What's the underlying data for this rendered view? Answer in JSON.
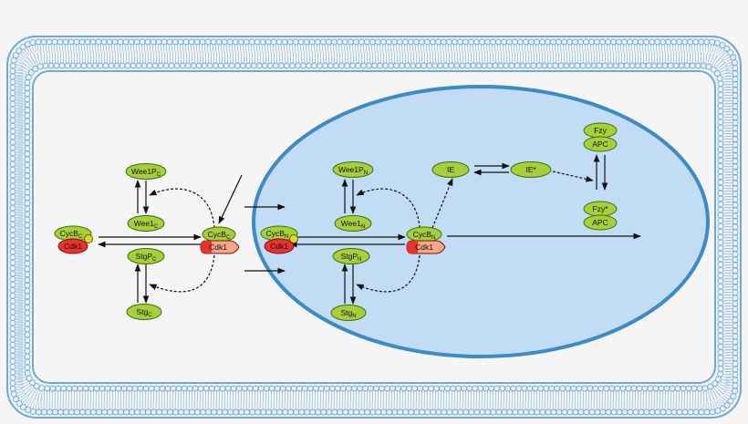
{
  "colors": {
    "background": "#f5f5f5",
    "membrane": "#6fa8dc",
    "nucleus_fill": "#c2dcf5",
    "nucleus_stroke": "#3d8ac9",
    "protein_fill": "#a6cf3a",
    "protein_stroke": "#3f6d12",
    "cdk_fill": "#e8322d",
    "cdk_active_fill": "#f5a78a",
    "cyc_site": "#f0d21e"
  },
  "cytoplasm": {
    "wee1p": {
      "main": "Wee1P",
      "sub": "C"
    },
    "wee1": {
      "main": "Wee1",
      "sub": "C"
    },
    "stgp": {
      "main": "StgP",
      "sub": "C"
    },
    "stg": {
      "main": "Stg",
      "sub": "C"
    },
    "complex_inactive": {
      "cyc_main": "CycB",
      "cyc_sub": "C",
      "cdk": "Cdk1"
    },
    "complex_active": {
      "cyc_main": "CycB",
      "cyc_sub": "C",
      "cdk": "Cdk1"
    }
  },
  "nucleus": {
    "wee1p": {
      "main": "Wee1P",
      "sub": "N"
    },
    "wee1": {
      "main": "Wee1",
      "sub": "N"
    },
    "stgp": {
      "main": "StgP",
      "sub": "N"
    },
    "stg": {
      "main": "Stg",
      "sub": "N"
    },
    "complex_inactive": {
      "cyc_main": "CycB",
      "cyc_sub": "N",
      "cdk": "Cdk1"
    },
    "complex_active": {
      "cyc_main": "CycB",
      "cyc_sub": "N",
      "cdk": "Cdk1"
    },
    "ie": "IE",
    "ie_star": "IE*",
    "fzy": "Fzy",
    "apc": "APC",
    "fzy_star": "Fzy*",
    "apc_bottom": "APC"
  }
}
